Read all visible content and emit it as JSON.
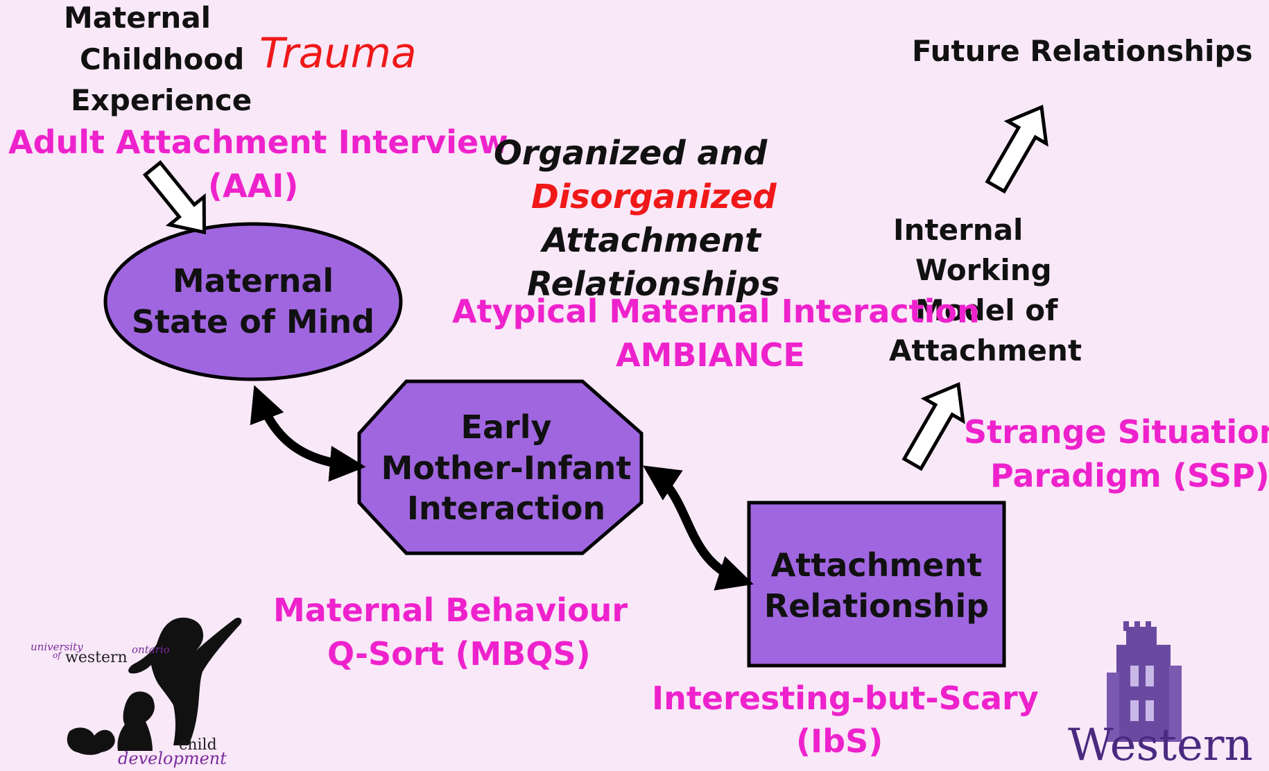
{
  "maternal_childhood_experience": [
    "Maternal",
    "Childhood",
    "Experience"
  ],
  "trauma": "Trauma",
  "future_relationships": "Future Relationships",
  "aai": [
    "Adult Attachment Interview",
    "(AAI)"
  ],
  "attachment_types": {
    "line1": "Organized and",
    "line2": "Disorganized",
    "line3": "Attachment",
    "line4": "Relationships"
  },
  "internal_working_model": [
    "Internal",
    "Working",
    "Model of",
    "Attachment"
  ],
  "ambiance": [
    "Atypical Maternal Interaction",
    "AMBIANCE"
  ],
  "ssp": [
    "Strange Situation",
    "Paradigm (SSP)"
  ],
  "mbqs": [
    "Maternal Behaviour",
    "Q-Sort (MBQS)"
  ],
  "ibs": [
    "Interesting-but-Scary",
    "(IbS)"
  ],
  "nodes": {
    "state_of_mind": [
      "Maternal",
      "State of Mind"
    ],
    "interaction": [
      "Early",
      "Mother-Infant",
      "Interaction"
    ],
    "relationship": [
      "Attachment",
      "Relationship"
    ]
  },
  "logos": {
    "uwo_words": [
      "university",
      "of",
      "western",
      "ontario"
    ],
    "cd_words": [
      "child",
      "development"
    ],
    "western": "Western"
  },
  "colors": {
    "background": "#f8e8f8",
    "node_fill": "#a066e0",
    "magenta_text": "#ee22cc",
    "red_text": "#f01818"
  }
}
